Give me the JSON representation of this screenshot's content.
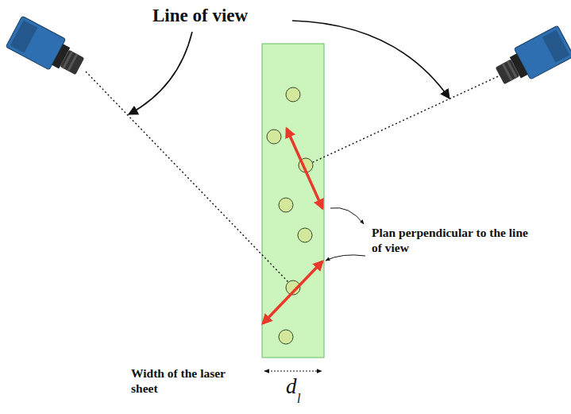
{
  "diagram": {
    "labels": [
      "Line of view",
      "Plan perpendicular to the line of view",
      "Width of the laser sheet",
      "d",
      "l"
    ]
  }
}
